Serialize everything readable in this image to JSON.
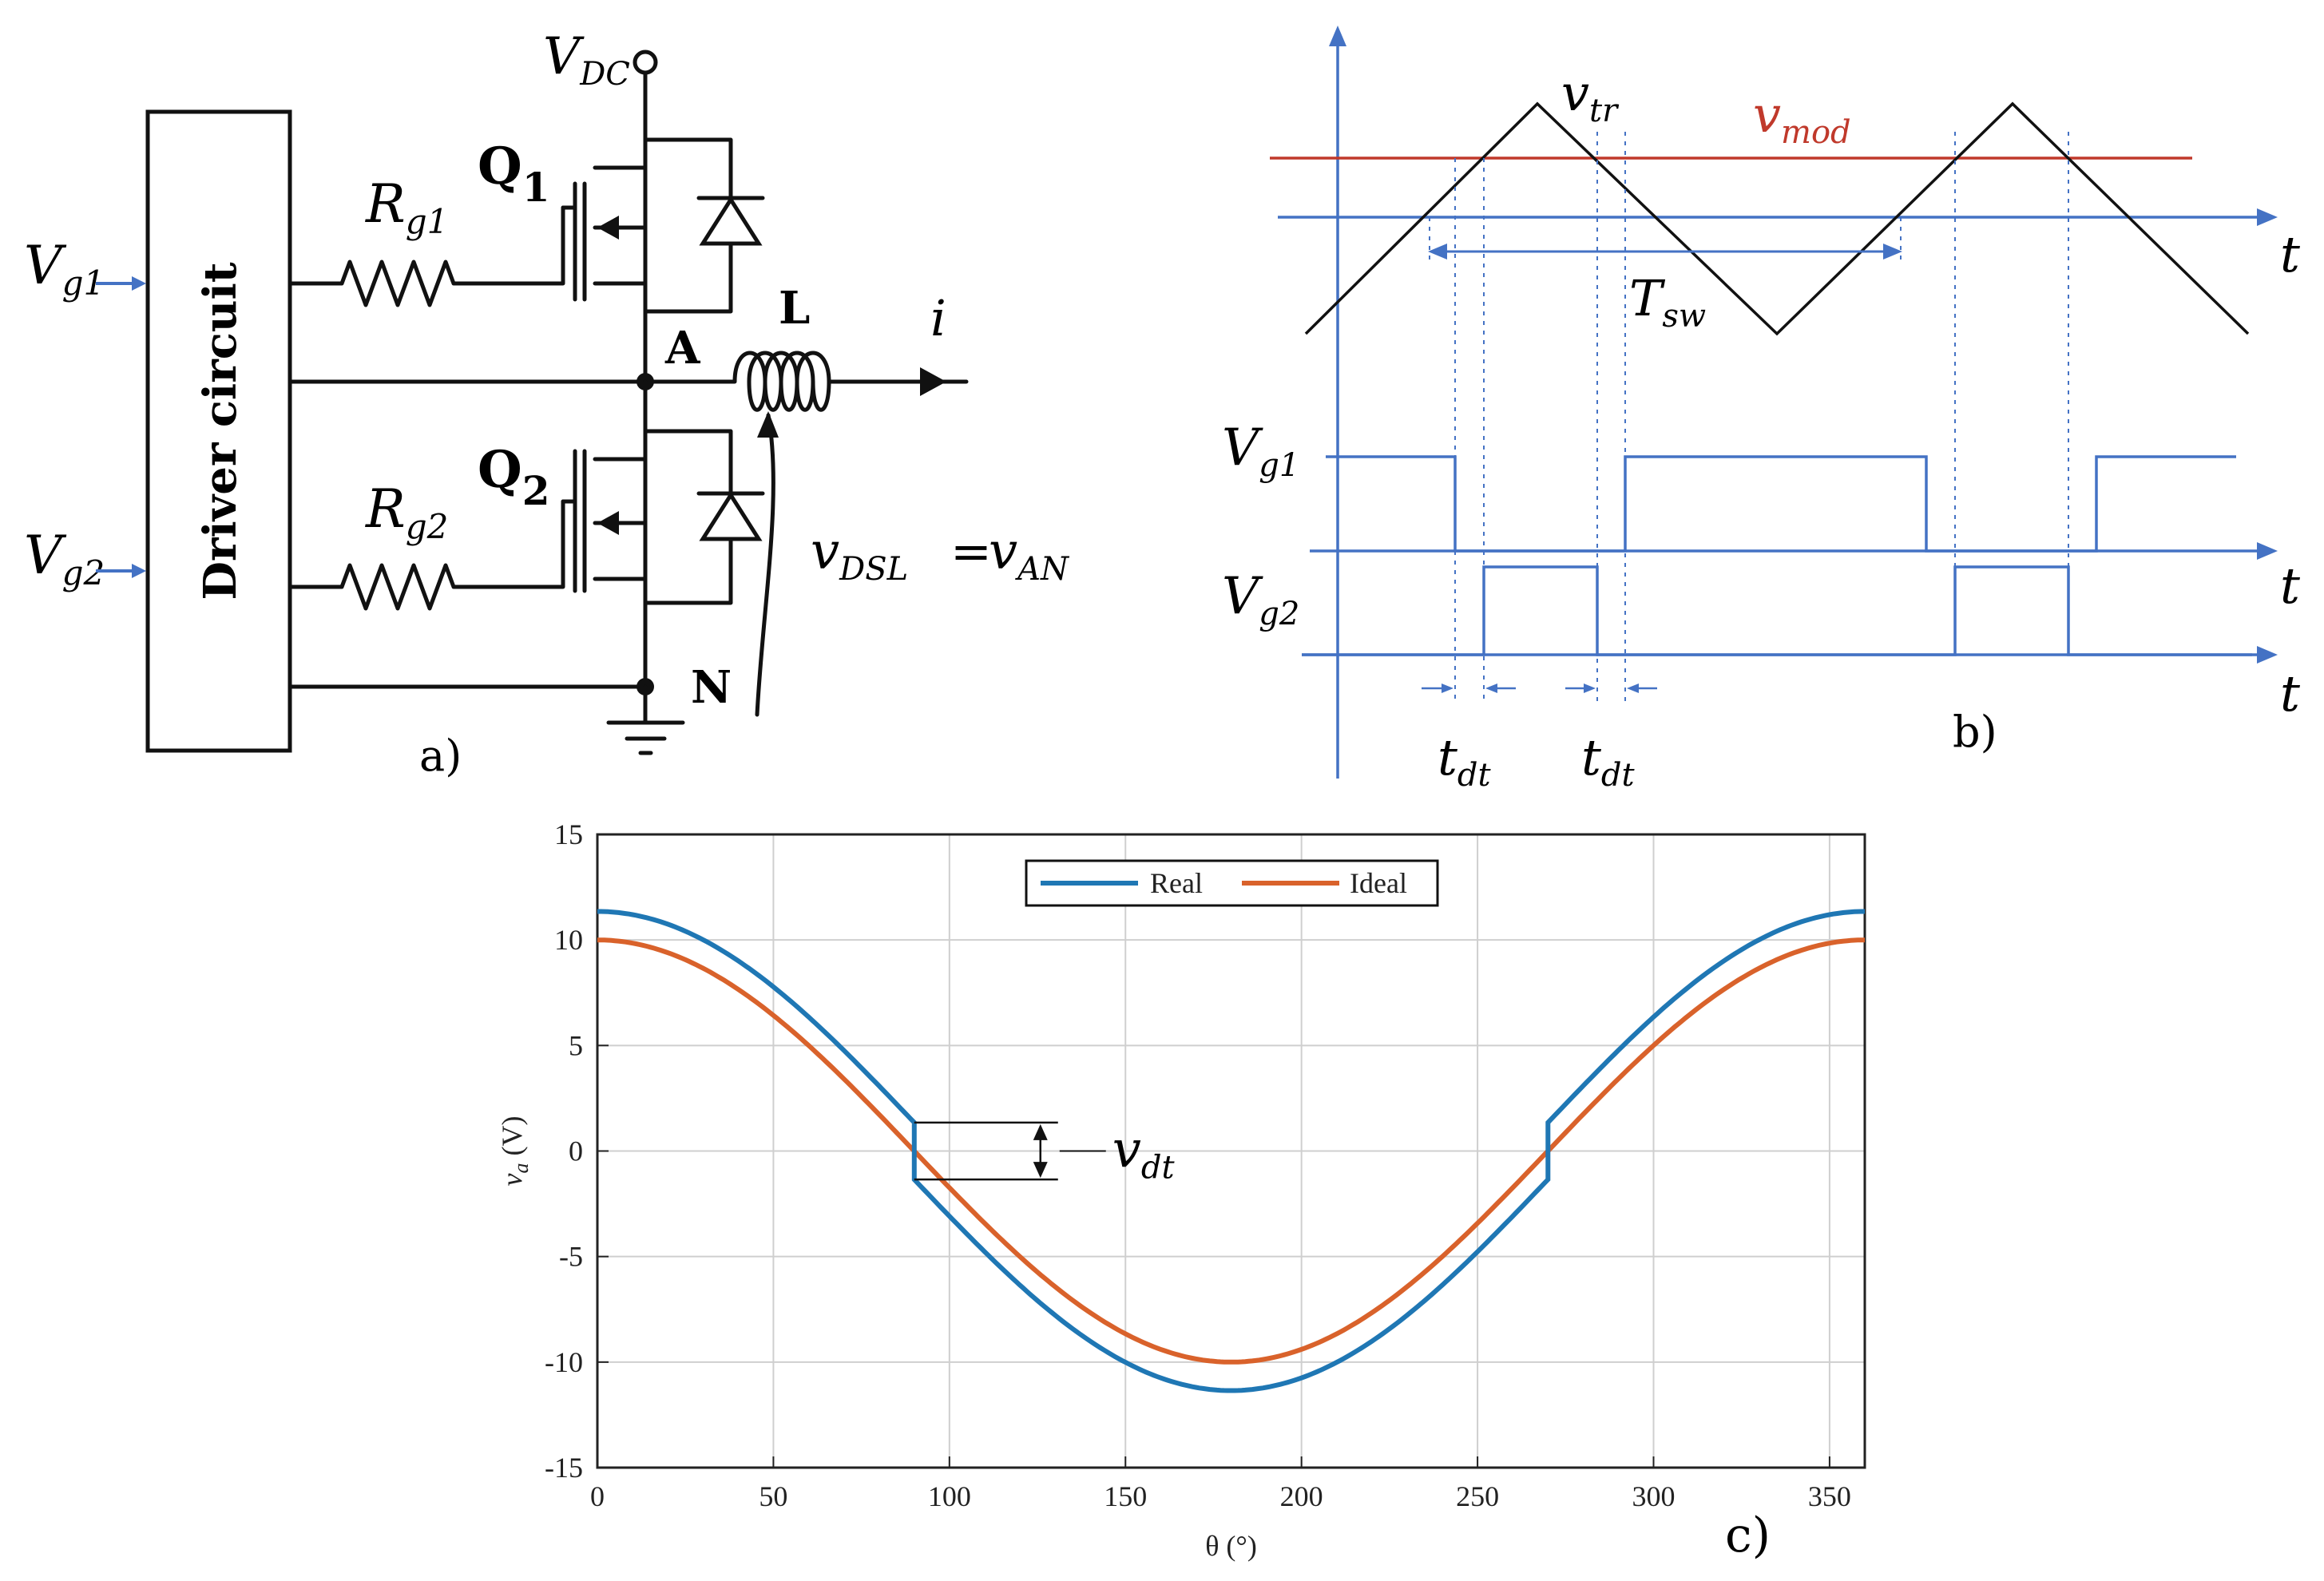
{
  "colors": {
    "wire": "#111111",
    "signal_blue": "#4472c4",
    "modulation_red": "#c0392b",
    "real_series": "#1f77b4",
    "ideal_series": "#d9622b",
    "grid": "#cfcfcf"
  },
  "circuit": {
    "vdc": {
      "main": "V",
      "sub": "DC"
    },
    "vg1": {
      "main": "V",
      "sub": "g1"
    },
    "vg2": {
      "main": "V",
      "sub": "g2"
    },
    "driver_label": "Driver circuit",
    "rg1": {
      "main": "R",
      "sub": "g1"
    },
    "rg2": {
      "main": "R",
      "sub": "g2"
    },
    "q1": {
      "main": "Q",
      "sub": "1"
    },
    "q2": {
      "main": "Q",
      "sub": "2"
    },
    "inductor_label": "L",
    "current_label": "i",
    "node_a": "A",
    "node_n": "N",
    "vdsl": {
      "main": "v",
      "sub": "DSL"
    },
    "equals": "=",
    "van": {
      "main": "v",
      "sub": "AN"
    },
    "panel_label": "a)"
  },
  "timing": {
    "vtr": {
      "main": "v",
      "sub": "tr"
    },
    "vmod": {
      "main": "v",
      "sub": "mod"
    },
    "tsw": {
      "main": "T",
      "sub": "sw"
    },
    "t_axis_label": "t",
    "vg1": {
      "main": "V",
      "sub": "g1"
    },
    "vg2": {
      "main": "V",
      "sub": "g2"
    },
    "tdt": {
      "main": "t",
      "sub": "dt"
    },
    "panel_label": "b)"
  },
  "chart_data": {
    "type": "line",
    "xlabel": "θ (°)",
    "ylabel": {
      "main": "v",
      "sub": "a",
      "unit": " (V)"
    },
    "xlim": [
      0,
      360
    ],
    "ylim": [
      -15,
      15
    ],
    "xticks": [
      0,
      50,
      100,
      150,
      200,
      250,
      300,
      350
    ],
    "yticks": [
      15,
      10,
      5,
      0,
      -5,
      -10,
      -15
    ],
    "grid": true,
    "legend_position": "top-center",
    "series": [
      {
        "name": "Real",
        "color": "#1f77b4",
        "amplitude": 10,
        "deadtime_offset": 1.35,
        "step_at": [
          90,
          270
        ]
      },
      {
        "name": "Ideal",
        "color": "#d9622b",
        "amplitude": 10
      }
    ],
    "annotation": {
      "main": "v",
      "sub": "dt"
    },
    "panel_label": "c)"
  }
}
